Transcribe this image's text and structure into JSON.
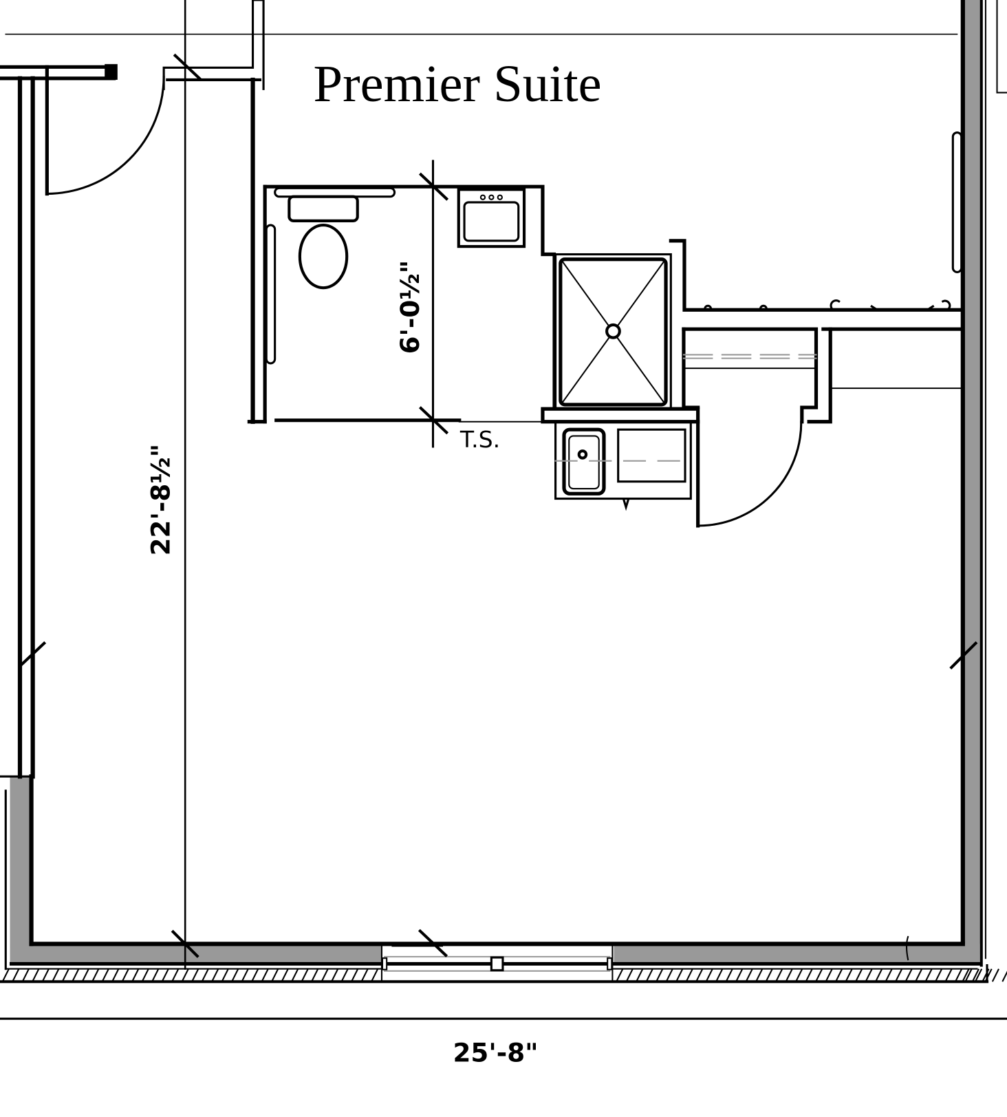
{
  "plan": {
    "title": "Premier Suite",
    "dim_height": "22'-8½\"",
    "dim_bath": "6'-0½\"",
    "dim_ts": "T.S.",
    "dim_width": "25'-8\""
  },
  "colors": {
    "line": "#000000",
    "wall_fill": "#999999",
    "hidden_line": "#999999"
  }
}
